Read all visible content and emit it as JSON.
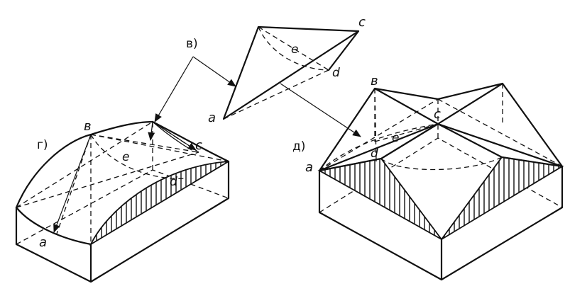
{
  "labels": {
    "panel_v": "в)",
    "panel_g": "г)",
    "panel_d": "д)",
    "g_point_v": "в",
    "g_point_c": "c",
    "g_point_e": "e",
    "g_point_d": "d",
    "g_point_a": "a",
    "v_point_c": "c",
    "v_point_e": "e",
    "v_point_d": "d",
    "v_point_a": "a",
    "d_point_v": "в",
    "d_point_c": "c",
    "d_point_e": "e",
    "d_point_d": "d",
    "d_point_a": "a"
  },
  "colors": {
    "ink": "#111111",
    "background": "#ffffff"
  }
}
